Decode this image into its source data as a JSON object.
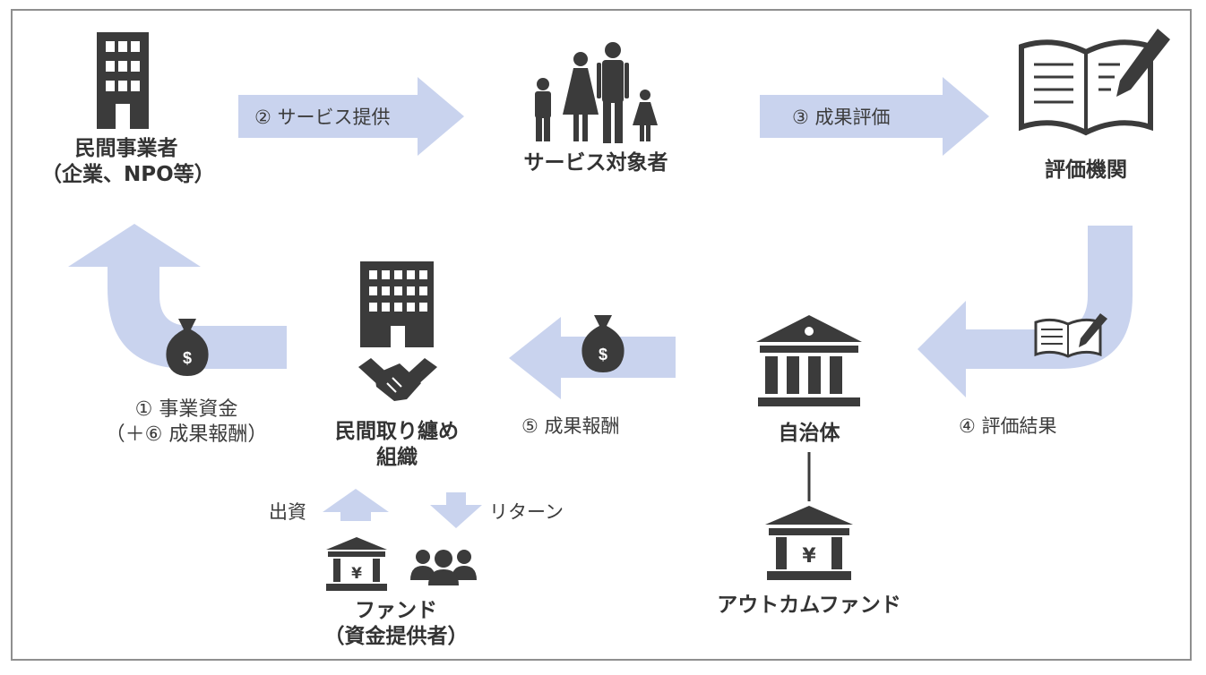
{
  "nodes": {
    "private_operator": {
      "line1": "民間事業者",
      "line2": "（企業、NPO等）"
    },
    "service_target": {
      "label": "サービス対象者"
    },
    "evaluator": {
      "label": "評価機関"
    },
    "intermediary": {
      "line1": "民間取り纏め",
      "line2": "組織"
    },
    "local_government": {
      "label": "自治体"
    },
    "outcome_fund": {
      "label": "アウトカムファンド"
    },
    "fund": {
      "line1": "ファンド",
      "line2": "（資金提供者）"
    }
  },
  "flows": {
    "service_provision": "② サービス提供",
    "outcome_evaluation": "③ 成果評価",
    "evaluation_result": "④ 評価結果",
    "outcome_reward": "⑤ 成果報酬",
    "business_funds_line1": "① 事業資金",
    "business_funds_line2": "（＋⑥ 成果報酬）",
    "investment": "出資",
    "return": "リターン"
  },
  "colors": {
    "arrow": "#c9d3ee",
    "icon": "#3b3b3b",
    "border": "#8f8f8f"
  },
  "icons": [
    "office-building-icon",
    "family-icon",
    "open-book-pencil-icon",
    "money-bag-icon",
    "handshake-icon",
    "bank-icon",
    "yen-bank-icon",
    "people-group-icon"
  ]
}
